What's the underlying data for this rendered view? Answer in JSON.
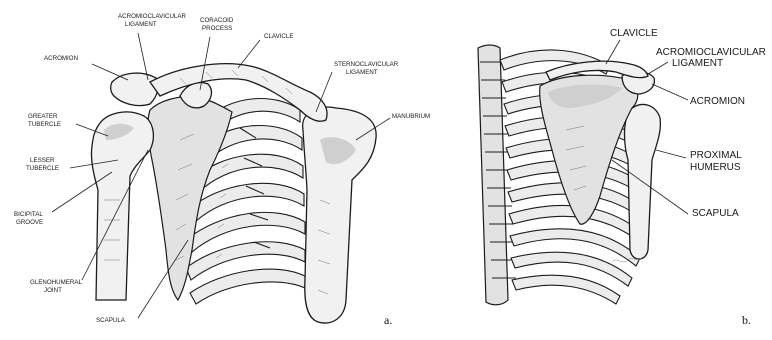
{
  "figure_a": {
    "panel_label": "a.",
    "labels": {
      "acromioclavicular_line1": "ACROMIOCLAVICULAR",
      "acromioclavicular_line2": "LIGAMENT",
      "coracoid_line1": "CORACOID",
      "coracoid_line2": "PROCESS",
      "clavicle": "CLAVICLE",
      "acromion": "ACROMION",
      "sternoclavicular_line1": "STERNOCLAVICULAR",
      "sternoclavicular_line2": "LIGAMENT",
      "manubrium": "MANUBRIUM",
      "greater_tubercle_line1": "GREATER",
      "greater_tubercle_line2": "TUBERCLE",
      "lesser_tubercle_line1": "LESSER",
      "lesser_tubercle_line2": "TUBERCLE",
      "bicipital_groove_line1": "BICIPITAL",
      "bicipital_groove_line2": "GROOVE",
      "glenohumeral_line1": "GLENOHUMERAL",
      "glenohumeral_line2": "JOINT",
      "scapula": "SCAPULA"
    }
  },
  "figure_b": {
    "panel_label": "b.",
    "labels": {
      "clavicle": "CLAVICLE",
      "acromioclavicular_line1": "ACROMIOCLAVICULAR",
      "acromioclavicular_line2": "LIGAMENT",
      "acromion": "ACROMION",
      "proximal_humerus_line1": "PROXIMAL",
      "proximal_humerus_line2": "HUMERUS",
      "scapula": "SCAPULA"
    }
  }
}
